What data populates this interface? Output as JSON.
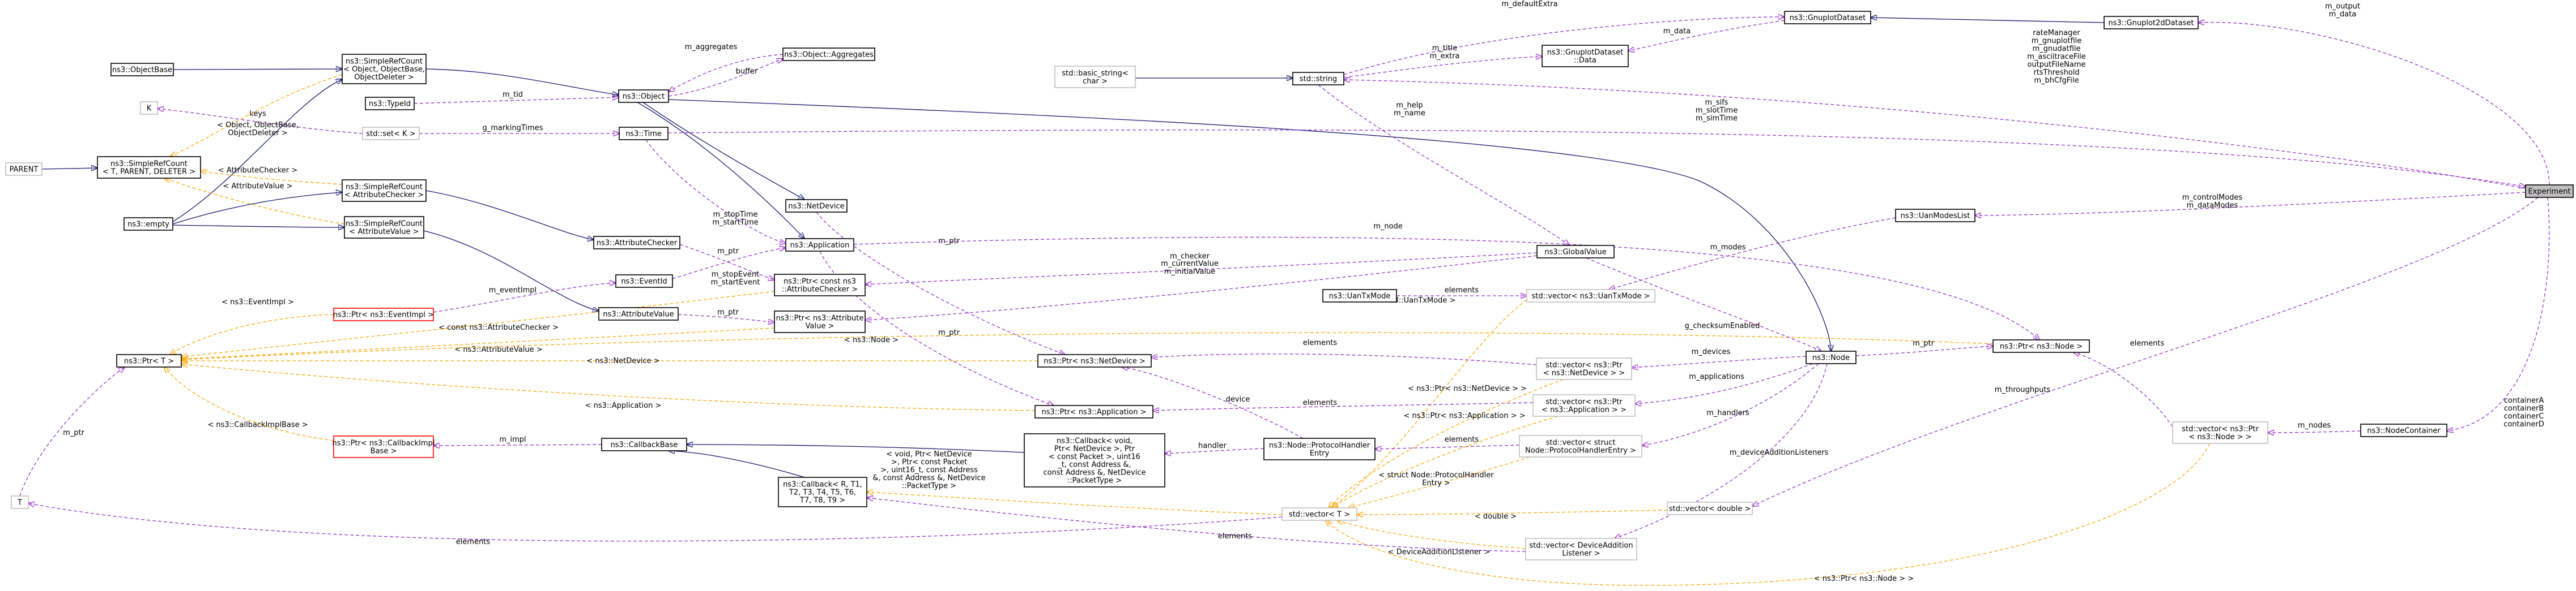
{
  "colors": {
    "inherit": "#191970",
    "usage": "#9a32cd",
    "template": "#ffa500",
    "node_border": "#000000",
    "node_border_light": "#bfbfbf",
    "node_border_red": "#ff0000",
    "highlight_fill": "#bfbfbf",
    "node_fill": "#ffffff"
  },
  "nodes": [
    {
      "id": "experiment",
      "lines": [
        "Experiment"
      ]
    },
    {
      "id": "objectbase",
      "lines": [
        "ns3::ObjectBase"
      ]
    },
    {
      "id": "srcobject",
      "lines": [
        "ns3::SimpleRefCount",
        "< Object, ObjectBase,",
        "ObjectDeleter >"
      ]
    },
    {
      "id": "object",
      "lines": [
        "ns3::Object"
      ]
    },
    {
      "id": "aggregates",
      "lines": [
        "ns3::Object::Aggregates"
      ]
    },
    {
      "id": "typeid",
      "lines": [
        "ns3::TypeId"
      ]
    },
    {
      "id": "k",
      "lines": [
        "K"
      ]
    },
    {
      "id": "setk",
      "lines": [
        "std::set< K >"
      ]
    },
    {
      "id": "parent",
      "lines": [
        "PARENT"
      ]
    },
    {
      "id": "srcgeneric",
      "lines": [
        "ns3::SimpleRefCount",
        "< T, PARENT, DELETER >"
      ]
    },
    {
      "id": "empty",
      "lines": [
        "ns3::empty"
      ]
    },
    {
      "id": "srcchecker",
      "lines": [
        "ns3::SimpleRefCount",
        "< AttributeChecker >"
      ]
    },
    {
      "id": "srcvalue",
      "lines": [
        "ns3::SimpleRefCount",
        "< AttributeValue >"
      ]
    },
    {
      "id": "time",
      "lines": [
        "ns3::Time"
      ]
    },
    {
      "id": "netdevice",
      "lines": [
        "ns3::NetDevice"
      ]
    },
    {
      "id": "application",
      "lines": [
        "ns3::Application"
      ]
    },
    {
      "id": "attrchecker",
      "lines": [
        "ns3::AttributeChecker"
      ]
    },
    {
      "id": "eventid",
      "lines": [
        "ns3::EventId"
      ]
    },
    {
      "id": "attrvalue",
      "lines": [
        "ns3::AttributeValue"
      ]
    },
    {
      "id": "ptreventimpl",
      "lines": [
        "ns3::Ptr< ns3::EventImpl >"
      ]
    },
    {
      "id": "ptrconstchecker",
      "lines": [
        "ns3::Ptr< const ns3",
        "::AttributeChecker >"
      ]
    },
    {
      "id": "ptrattrvalue",
      "lines": [
        "ns3::Ptr< ns3::Attribute",
        "Value >"
      ]
    },
    {
      "id": "ptrt",
      "lines": [
        "ns3::Ptr< T >"
      ]
    },
    {
      "id": "ptrnetdevice",
      "lines": [
        "ns3::Ptr< ns3::NetDevice >"
      ]
    },
    {
      "id": "ptrapplication",
      "lines": [
        "ns3::Ptr< ns3::Application >"
      ]
    },
    {
      "id": "ptrcallbackimpl",
      "lines": [
        "ns3::Ptr< ns3::CallbackImpl",
        "Base >"
      ]
    },
    {
      "id": "callbackbase",
      "lines": [
        "ns3::CallbackBase"
      ]
    },
    {
      "id": "callbackvoid",
      "lines": [
        "ns3::Callback< void,",
        "Ptr< NetDevice >, Ptr",
        "< const Packet >, uint16",
        "_t, const Address &,",
        "const Address &, NetDevice",
        "::PacketType >"
      ]
    },
    {
      "id": "callbackgeneric",
      "lines": [
        "ns3::Callback< R, T1,",
        "T2, T3, T4, T5, T6,",
        "T7, T8, T9 >"
      ]
    },
    {
      "id": "t",
      "lines": [
        "T"
      ]
    },
    {
      "id": "basicstring",
      "lines": [
        "std::basic_string<",
        "char >"
      ]
    },
    {
      "id": "stdstring",
      "lines": [
        "std::string"
      ]
    },
    {
      "id": "gnuplotdataset",
      "lines": [
        "ns3::GnuplotDataset"
      ]
    },
    {
      "id": "gnuplotdata",
      "lines": [
        "ns3::GnuplotDataset",
        "::Data"
      ]
    },
    {
      "id": "gnuplot2d",
      "lines": [
        "ns3::Gnuplot2dDataset"
      ]
    },
    {
      "id": "globalvalue",
      "lines": [
        "ns3::GlobalValue"
      ]
    },
    {
      "id": "uantxmode",
      "lines": [
        "ns3::UanTxMode"
      ]
    },
    {
      "id": "vecuantxmode",
      "lines": [
        "std::vector< ns3::UanTxMode >"
      ]
    },
    {
      "id": "uanmodeslist",
      "lines": [
        "ns3::UanModesList"
      ]
    },
    {
      "id": "node",
      "lines": [
        "ns3::Node"
      ]
    },
    {
      "id": "ptrnode",
      "lines": [
        "ns3::Ptr< ns3::Node >"
      ]
    },
    {
      "id": "vecptrnetdevice",
      "lines": [
        "std::vector< ns3::Ptr",
        "< ns3::NetDevice > >"
      ]
    },
    {
      "id": "vecptrapplication",
      "lines": [
        "std::vector< ns3::Ptr",
        "< ns3::Application > >"
      ]
    },
    {
      "id": "vecprotocolhandler",
      "lines": [
        "std::vector< struct",
        "Node::ProtocolHandlerEntry >"
      ]
    },
    {
      "id": "protocolhandler",
      "lines": [
        "ns3::Node::ProtocolHandler",
        "Entry"
      ]
    },
    {
      "id": "vecdouble",
      "lines": [
        "std::vector< double >"
      ]
    },
    {
      "id": "vect",
      "lines": [
        "std::vector< T >"
      ]
    },
    {
      "id": "vecdeviceaddition",
      "lines": [
        "std::vector< DeviceAddition",
        "Listener >"
      ]
    },
    {
      "id": "vecptrnode",
      "lines": [
        "std::vector< ns3::Ptr",
        "< ns3::Node > >"
      ]
    },
    {
      "id": "nodecontainer",
      "lines": [
        "ns3::NodeContainer"
      ]
    }
  ],
  "edges": [
    {
      "id": "e-objectbase-srcobject",
      "lines": []
    },
    {
      "id": "e-srcobject-object",
      "lines": []
    },
    {
      "id": "e-aggregates-object",
      "lines": [
        "m_aggregates"
      ]
    },
    {
      "id": "e-object-aggregates",
      "lines": [
        "buffer"
      ]
    },
    {
      "id": "e-typeid-object",
      "lines": [
        "m_tid"
      ]
    },
    {
      "id": "e-k-setk",
      "lines": [
        "keys"
      ]
    },
    {
      "id": "e-setk-time",
      "lines": [
        "g_markingTimes"
      ]
    },
    {
      "id": "e-parent-srcgeneric",
      "lines": []
    },
    {
      "id": "e-empty-srcobject",
      "lines": []
    },
    {
      "id": "e-empty-srcchecker",
      "lines": []
    },
    {
      "id": "e-empty-srcvalue",
      "lines": []
    },
    {
      "id": "e-srcgeneric-srcobject",
      "lines": [
        "< Object, ObjectBase,",
        "ObjectDeleter >"
      ]
    },
    {
      "id": "e-srcgeneric-srcchecker",
      "lines": [
        "< AttributeChecker >"
      ]
    },
    {
      "id": "e-srcgeneric-srcvalue",
      "lines": [
        "< AttributeValue >"
      ]
    },
    {
      "id": "e-srcchecker-attrchecker",
      "lines": []
    },
    {
      "id": "e-srcvalue-attrvalue",
      "lines": []
    },
    {
      "id": "e-object-netdevice",
      "lines": []
    },
    {
      "id": "e-object-application",
      "lines": []
    },
    {
      "id": "e-object-node",
      "lines": []
    },
    {
      "id": "e-time-application",
      "lines": [
        "m_stopTime",
        "m_startTime"
      ]
    },
    {
      "id": "e-time-experiment",
      "lines": [
        "m_sifs",
        "m_slotTime",
        "m_simTime"
      ]
    },
    {
      "id": "e-attrchecker-ptrconstchecker",
      "lines": [
        "m_ptr"
      ]
    },
    {
      "id": "e-eventid-application",
      "lines": [
        "m_stopEvent",
        "m_startEvent"
      ]
    },
    {
      "id": "e-ptreventimpl-eventid",
      "lines": [
        "m_eventImpl"
      ]
    },
    {
      "id": "e-attrvalue-ptrattrvalue",
      "lines": [
        "m_ptr"
      ]
    },
    {
      "id": "e-ptrt-ptreventimpl",
      "lines": [
        "< ns3::EventImpl >"
      ]
    },
    {
      "id": "e-ptrt-ptrconstchecker",
      "lines": [
        "< const ns3::AttributeChecker >"
      ]
    },
    {
      "id": "e-ptrt-ptrattrvalue",
      "lines": [
        "< ns3::AttributeValue >"
      ]
    },
    {
      "id": "e-ptrt-ptrnode",
      "lines": [
        "< ns3::Node >"
      ]
    },
    {
      "id": "e-ptrt-ptrnetdevice",
      "lines": [
        "< ns3::NetDevice >"
      ]
    },
    {
      "id": "e-ptrt-ptrapplication",
      "lines": [
        "< ns3::Application >"
      ]
    },
    {
      "id": "e-ptrt-ptrcallbackimpl",
      "lines": [
        "< ns3::CallbackImplBase >"
      ]
    },
    {
      "id": "e-t-ptrt",
      "lines": [
        "m_ptr"
      ]
    },
    {
      "id": "e-ptrcallbackimpl-callbackbase",
      "lines": [
        "m_impl"
      ]
    },
    {
      "id": "e-callbackbase-callbackvoid",
      "lines": []
    },
    {
      "id": "e-callbackbase-callbackgeneric",
      "lines": []
    },
    {
      "id": "e-netdevice-ptrnetdevice",
      "lines": [
        "m_ptr"
      ]
    },
    {
      "id": "e-application-ptrapplication",
      "lines": [
        "m_ptr"
      ]
    },
    {
      "id": "e-ptrconstchecker-globalvalue",
      "lines": [
        "m_checker"
      ]
    },
    {
      "id": "e-ptrattrvalue-globalvalue",
      "lines": [
        "m_currentValue",
        "m_initialValue"
      ]
    },
    {
      "id": "e-stdstring-globalvalue",
      "lines": [
        "m_help",
        "m_name"
      ]
    },
    {
      "id": "e-basicstring-stdstring",
      "lines": []
    },
    {
      "id": "e-stdstring-gnuplotdataset",
      "lines": [
        "m_defaultExtra"
      ]
    },
    {
      "id": "e-stdstring-gnuplotdata",
      "lines": [
        "m_title",
        "m_extra"
      ]
    },
    {
      "id": "e-gnuplotdata-gnuplotdataset",
      "lines": [
        "m_data"
      ]
    },
    {
      "id": "e-gnuplotdataset-gnuplot2d",
      "lines": []
    },
    {
      "id": "e-gnuplot2d-experiment",
      "lines": [
        "m_output",
        "m_data"
      ]
    },
    {
      "id": "e-stdstring-experiment",
      "lines": [
        "rateManager",
        "m_gnuplotfile",
        "m_gnudatfile",
        "m_asciitraceFile",
        "outputFileName",
        "rtsThreshold",
        "m_bhCfgFile"
      ]
    },
    {
      "id": "e-uanmodeslist-experiment",
      "lines": [
        "m_controlModes",
        "m_dataModes"
      ]
    },
    {
      "id": "e-vecuantxmode-uanmodeslist",
      "lines": [
        "m_modes"
      ]
    },
    {
      "id": "e-uantxmode-vecuantxmode",
      "lines": [
        "elements"
      ]
    },
    {
      "id": "e-vect-vecuantxmode",
      "lines": [
        "< ns3::UanTxMode >"
      ]
    },
    {
      "id": "e-globalvalue-node",
      "lines": [
        "g_checksumEnabled"
      ]
    },
    {
      "id": "e-ptrnode-ptrt-member",
      "lines": [
        "m_node"
      ]
    },
    {
      "id": "e-node-ptrnode",
      "lines": [
        "m_ptr"
      ]
    },
    {
      "id": "e-vecptrnetdevice-node",
      "lines": [
        "m_devices"
      ]
    },
    {
      "id": "e-vecptrapplication-node",
      "lines": [
        "m_applications"
      ]
    },
    {
      "id": "e-vecprotocolhandler-node",
      "lines": [
        "m_handlers"
      ]
    },
    {
      "id": "e-vecdeviceaddition-node",
      "lines": [
        "m_deviceAdditionListeners"
      ]
    },
    {
      "id": "e-ptrnetdevice-vecptrnetdevice",
      "lines": [
        "elements"
      ]
    },
    {
      "id": "e-ptrapplication-vecptrapplication",
      "lines": [
        "elements"
      ]
    },
    {
      "id": "e-ptrnetdevice-protocolhandler",
      "lines": [
        "device"
      ]
    },
    {
      "id": "e-callbackvoid-protocolhandler",
      "lines": [
        "handler"
      ]
    },
    {
      "id": "e-protocolhandler-vecprotocolhandler",
      "lines": [
        "elements"
      ]
    },
    {
      "id": "e-vect-vecptrnetdevice",
      "lines": [
        "< ns3::Ptr< ns3::NetDevice > >"
      ]
    },
    {
      "id": "e-vect-vecptrapplication",
      "lines": [
        "< ns3::Ptr< ns3::Application > >"
      ]
    },
    {
      "id": "e-vect-vecprotocolhandler",
      "lines": [
        "< struct Node::ProtocolHandler",
        "Entry >"
      ]
    },
    {
      "id": "e-vect-vecdouble",
      "lines": [
        "< double >"
      ]
    },
    {
      "id": "e-vect-vecdeviceaddition",
      "lines": [
        "< DeviceAdditionListener >"
      ]
    },
    {
      "id": "e-vect-vecptrnode",
      "lines": [
        "< ns3::Ptr< ns3::Node > >"
      ]
    },
    {
      "id": "e-callbackgeneric-vect",
      "lines": [
        "< void, Ptr< NetDevice",
        ">, Ptr< const Packet",
        ">, uint16_t, const Address",
        "&, const Address &, NetDevice",
        "::PacketType >"
      ]
    },
    {
      "id": "e-t-vect",
      "lines": [
        "elements"
      ]
    },
    {
      "id": "e-vecdeviceaddition-callbackgeneric",
      "lines": [
        "elements"
      ]
    },
    {
      "id": "e-vecdouble-experiment",
      "lines": [
        "m_throughputs"
      ]
    },
    {
      "id": "e-ptrnode-vecptrnode",
      "lines": [
        "elements"
      ]
    },
    {
      "id": "e-vecptrnode-nodecontainer",
      "lines": [
        "m_nodes"
      ]
    },
    {
      "id": "e-nodecontainer-experiment",
      "lines": [
        "containerA",
        "containerB",
        "containerC",
        "containerD"
      ]
    }
  ]
}
